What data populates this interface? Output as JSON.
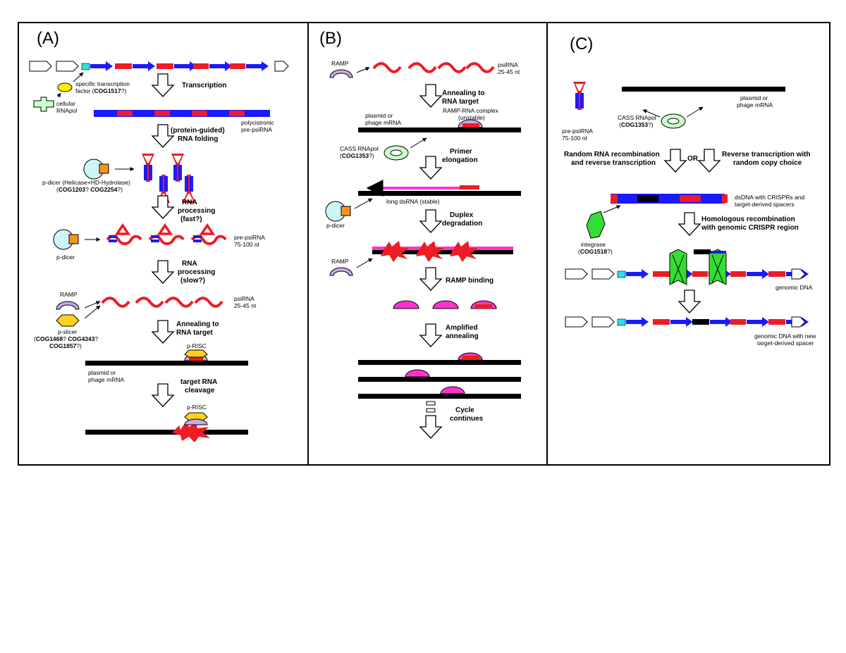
{
  "panels": [
    {
      "label": "(A)"
    },
    {
      "label": "(B)"
    },
    {
      "label": "(C)"
    }
  ],
  "panel_a": {
    "tf_label": "specific transcription factor (COG1517?)",
    "tf_label_l1": "specific transcription",
    "tf_label_l2a": "factor (",
    "tf_label_l2b": "COG1517",
    "tf_label_l2c": "?)",
    "rnapol_l1": "cellular",
    "rnapol_l2": "RNApol",
    "step_transcription": "Transcription",
    "polycistronic_l1": "polycistronic",
    "polycistronic_l2": "pre-psiRNA",
    "step_folding_l1": "(protein-guided)",
    "step_folding_l2": "RNA folding",
    "dicer_l1": "p-dicer (Helicase+HD-Hydrolase)",
    "dicer_l2a": "(",
    "dicer_l2b": "COG1203",
    "dicer_l2c": "? ",
    "dicer_l2d": "COG2254",
    "dicer_l2e": "?)",
    "step_proc_fast_l1": "RNA",
    "step_proc_fast_l2": "processing",
    "step_proc_fast_l3": "(fast?)",
    "pdicer": "p-dicer",
    "pre_psirna_l1": "pre-psiRNA",
    "pre_psirna_l2": "75-100 nt",
    "step_proc_slow_l1": "RNA",
    "step_proc_slow_l2": "processing",
    "step_proc_slow_l3": "(slow?)",
    "ramp": "RAMP",
    "psirna_l1": "psiRNA",
    "psirna_l2": "25-45 nt",
    "slicer_l1": "p-slicer",
    "slicer_l2a": "(",
    "slicer_l2b": "COG1468",
    "slicer_l2c": "? ",
    "slicer_l2d": "COG4343",
    "slicer_l2e": "?",
    "slicer_l3a": "COG1857",
    "slicer_l3b": "?)",
    "step_annealing_l1": "Annealing to",
    "step_annealing_l2": "RNA target",
    "prisc": "p-RISC",
    "plasmid_l1": "plasmid or",
    "plasmid_l2": "phage mRNA",
    "step_cleavage_l1": "target RNA",
    "step_cleavage_l2": "cleavage",
    "prisc2": "p-RISC"
  },
  "panel_b": {
    "ramp": "RAMP",
    "psirna_l1": "psiRNA",
    "psirna_l2": "25-45 nt",
    "step_annealing_l1": "Annealing to",
    "step_annealing_l2": "RNA target",
    "plasmid_l1": "plasmid or",
    "plasmid_l2": "phage mRNA",
    "complex_l1": "RAMP-RNA complex",
    "complex_l2": "(unstable)",
    "cass_l1": "CASS RNApol",
    "cass_l2a": "(",
    "cass_l2b": "COG1353",
    "cass_l2c": "?)",
    "step_primer_l1": "Primer",
    "step_primer_l2": "elongation",
    "long_dsrna": "long dsRNA (stable)",
    "pdicer": "p-dicer",
    "step_duplex_l1": "Duplex",
    "step_duplex_l2": "degradation",
    "ramp2": "RAMP",
    "step_binding": "RAMP binding",
    "step_amplified_l1": "Amplified",
    "step_amplified_l2": "annealing",
    "step_cycle_l1": "Cycle",
    "step_cycle_l2": "continues"
  },
  "panel_c": {
    "pre_psirna_l1": "pre-psiRNA",
    "pre_psirna_l2": "75-100 nt",
    "plasmid_l1": "plasmid or",
    "plasmid_l2": "phage mRNA",
    "cass_l1": "CASS RNApol",
    "cass_l2a": "(",
    "cass_l2b": "COG1353",
    "cass_l2c": "?)",
    "step_random_l1": "Random RNA recombination",
    "step_random_l2": "and reverse transcription",
    "or": "OR",
    "step_reverse_l1": "Reverse transcription with",
    "step_reverse_l2": "random copy choice",
    "dsdna_l1": "dsDNA with CRISPRs and",
    "dsdna_l2": "target-derived spacers",
    "step_homologous_l1": "Homologous recombination",
    "step_homologous_l2": "with genomic CRISPR region",
    "integrase_l1": "integrase",
    "integrase_l2a": "(",
    "integrase_l2b": "COG1518",
    "integrase_l2c": "?)",
    "genomic": "genomic DNA",
    "genomic_new_l1": "genomic DNA with new",
    "genomic_new_l2": "target-derived spacer"
  },
  "colors": {
    "repeat_red": "#ee1c24",
    "spacer_blue": "#1a1aff",
    "cyan": "#33dddd",
    "yellow": "#ffee00",
    "light_green": "#ccffcc",
    "light_cyan": "#ccf5f5",
    "orange": "#f7941d",
    "lavender": "#c8a8e8",
    "gold": "#ffd21f",
    "magenta": "#ff33cc",
    "green": "#33dd33"
  }
}
